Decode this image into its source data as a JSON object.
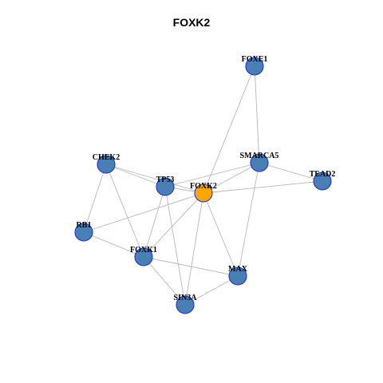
{
  "title": "FOXK2",
  "colors": {
    "node": "#4a7fb5",
    "center": "#ffa500",
    "stroke": "#1c35c9",
    "edge": "#b8b8b8"
  },
  "nodes": [
    {
      "id": "FOXE1",
      "label": "FOXE1",
      "center": false
    },
    {
      "id": "SMARCA5",
      "label": "SMARCA5",
      "center": false
    },
    {
      "id": "TEAD2",
      "label": "TEAD2",
      "center": false
    },
    {
      "id": "CHEK2",
      "label": "CHEK2",
      "center": false
    },
    {
      "id": "TP53",
      "label": "TP53",
      "center": false
    },
    {
      "id": "FOXK2",
      "label": "FOXK2",
      "center": true
    },
    {
      "id": "RB1",
      "label": "RB1",
      "center": false
    },
    {
      "id": "FOXK1",
      "label": "FOXK1",
      "center": false
    },
    {
      "id": "MAX",
      "label": "MAX",
      "center": false
    },
    {
      "id": "SIN3A",
      "label": "SIN3A",
      "center": false
    }
  ],
  "edges": [
    [
      "FOXE1",
      "SMARCA5"
    ],
    [
      "FOXE1",
      "FOXK2"
    ],
    [
      "SMARCA5",
      "TEAD2"
    ],
    [
      "SMARCA5",
      "FOXK2"
    ],
    [
      "SMARCA5",
      "TP53"
    ],
    [
      "SMARCA5",
      "MAX"
    ],
    [
      "TEAD2",
      "FOXK2"
    ],
    [
      "CHEK2",
      "TP53"
    ],
    [
      "CHEK2",
      "FOXK2"
    ],
    [
      "CHEK2",
      "RB1"
    ],
    [
      "CHEK2",
      "FOXK1"
    ],
    [
      "TP53",
      "FOXK2"
    ],
    [
      "TP53",
      "FOXK1"
    ],
    [
      "TP53",
      "SIN3A"
    ],
    [
      "FOXK2",
      "RB1"
    ],
    [
      "FOXK2",
      "FOXK1"
    ],
    [
      "FOXK2",
      "MAX"
    ],
    [
      "FOXK2",
      "SIN3A"
    ],
    [
      "RB1",
      "FOXK1"
    ],
    [
      "FOXK1",
      "MAX"
    ],
    [
      "FOXK1",
      "SIN3A"
    ],
    [
      "MAX",
      "SIN3A"
    ]
  ]
}
